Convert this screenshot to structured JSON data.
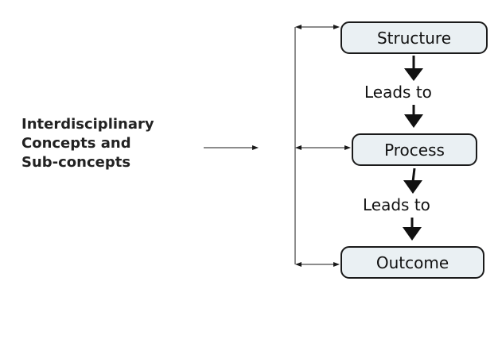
{
  "source": {
    "lines": [
      "Interdisciplinary",
      "Concepts and",
      "Sub-concepts"
    ]
  },
  "nodes": {
    "structure": "Structure",
    "process": "Process",
    "outcome": "Outcome"
  },
  "edges": {
    "structure_to_process": "Leads to",
    "process_to_outcome": "Leads to"
  },
  "colors": {
    "node_fill": "#eaf0f3",
    "stroke": "#1a1a1a"
  }
}
